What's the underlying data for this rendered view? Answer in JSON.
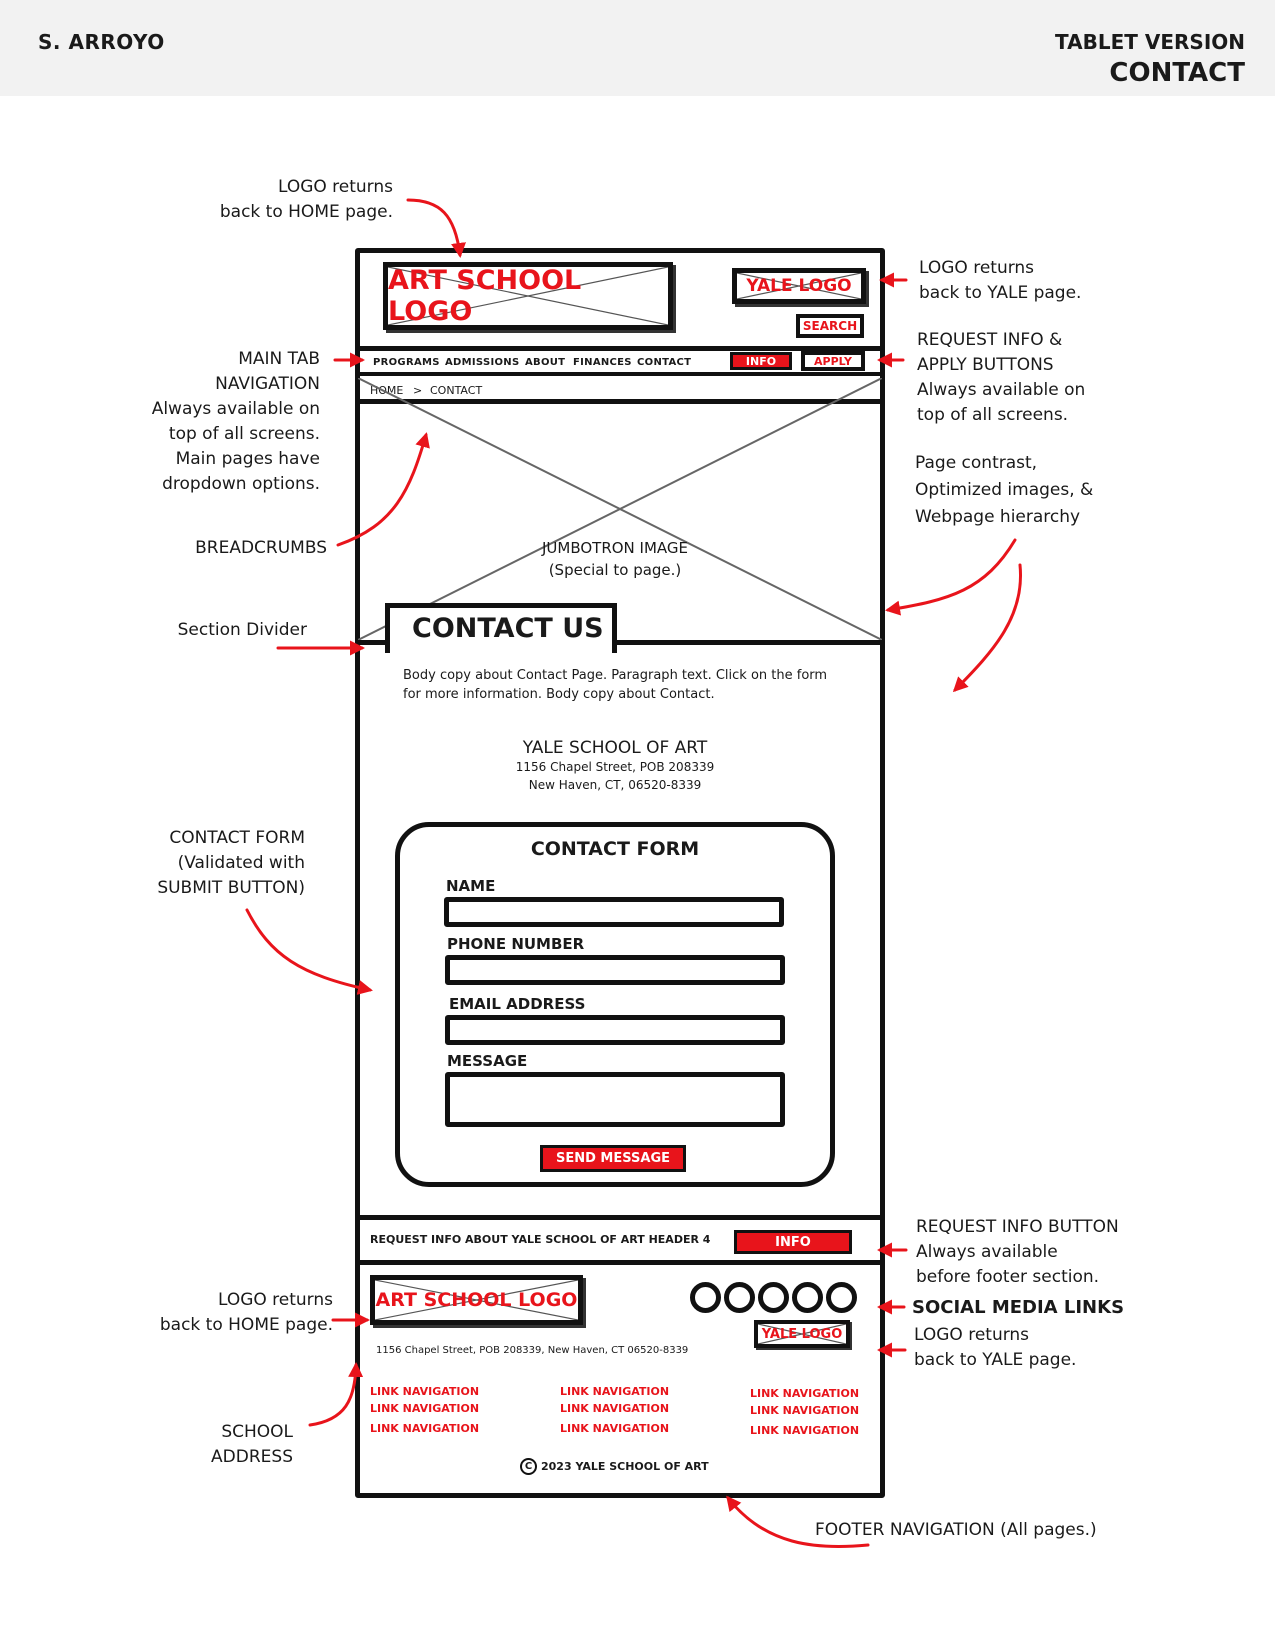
{
  "header": {
    "author": "S. ARROYO",
    "version": "TABLET VERSION",
    "page": "CONTACT"
  },
  "annotations": {
    "logo_home": [
      "LOGO returns",
      "back to HOME page."
    ],
    "logo_yale": [
      "LOGO returns",
      "back to YALE page."
    ],
    "main_tab": [
      "MAIN TAB",
      "NAVIGATION",
      "Always available on",
      "top of all screens.",
      "Main pages have",
      "dropdown options."
    ],
    "request_apply": [
      "REQUEST INFO &",
      "APPLY BUTTONS",
      "Always available on",
      "top of all screens."
    ],
    "contrast": [
      "Page contrast,",
      "Optimized images, &",
      "Webpage hierarchy"
    ],
    "breadcrumbs": "BREADCRUMBS",
    "section_divider": "Section Divider",
    "contact_form": [
      "CONTACT FORM",
      "(Validated with",
      "SUBMIT BUTTON)"
    ],
    "request_info_button": [
      "REQUEST INFO BUTTON",
      "Always available",
      "before footer section."
    ],
    "footer_logo_home": [
      "LOGO returns",
      "back to HOME page."
    ],
    "social": "SOCIAL MEDIA LINKS",
    "footer_logo_yale": [
      "LOGO returns",
      "back to YALE page."
    ],
    "school_address": [
      "SCHOOL",
      "ADDRESS"
    ],
    "footer_nav": "FOOTER NAVIGATION (All pages.)"
  },
  "wireframe": {
    "logo": "ART SCHOOL LOGO",
    "yale_logo": "YALE LOGO",
    "search": "SEARCH",
    "nav": [
      "PROGRAMS",
      "ADMISSIONS",
      "ABOUT",
      "FINANCES",
      "CONTACT"
    ],
    "info": "INFO",
    "apply": "APPLY",
    "breadcrumb": {
      "home": "HOME",
      "sep": ">",
      "current": "CONTACT"
    },
    "jumbotron": [
      "JUMBOTRON IMAGE",
      "(Special to page.)"
    ],
    "section_title": "CONTACT US",
    "body_copy": [
      "Body copy about Contact Page. Paragraph text. Click on the form",
      "for more information. Body copy about Contact."
    ],
    "school_name": "YALE SCHOOL OF ART",
    "school_street": "1156 Chapel Street, POB 208339",
    "school_city": "New Haven, CT, 06520-8339",
    "form": {
      "title": "CONTACT FORM",
      "name": "NAME",
      "phone": "PHONE NUMBER",
      "email": "EMAIL ADDRESS",
      "message": "MESSAGE",
      "submit": "SEND MESSAGE"
    },
    "info_strip": "REQUEST INFO ABOUT YALE SCHOOL OF ART HEADER 4",
    "info_strip_button": "INFO",
    "footer": {
      "logo": "ART SCHOOL LOGO",
      "yale_logo": "YALE LOGO",
      "address": "1156 Chapel Street, POB 208339, New Haven, CT 06520-8339",
      "link": "LINK NAVIGATION",
      "copyright": "2023 YALE SCHOOL OF ART",
      "copyright_symbol": "C"
    }
  },
  "colors": {
    "accent": "#e8141b",
    "ink": "#111111",
    "banner": "#f2f2f2"
  }
}
